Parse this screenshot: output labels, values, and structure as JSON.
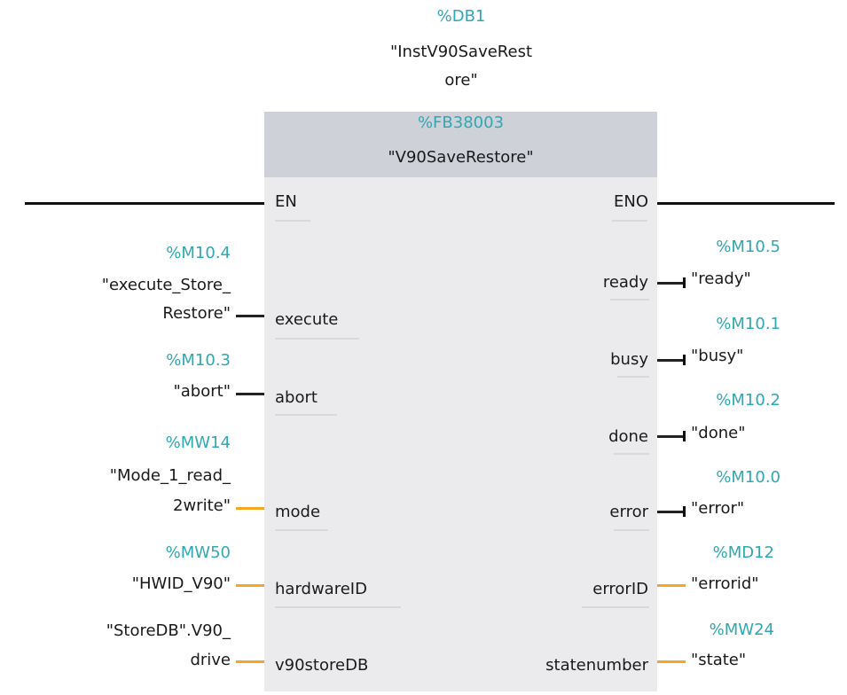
{
  "instance": {
    "address": "%DB1",
    "name_line1": "\"InstV90SaveRest",
    "name_line2": "ore\""
  },
  "block": {
    "address": "%FB38003",
    "name": "\"V90SaveRestore\""
  },
  "pins": {
    "en": "EN",
    "eno": "ENO",
    "inputs": [
      {
        "label": "execute",
        "address": "%M10.4",
        "tag_line1": "\"execute_Store_",
        "tag_line2": "Restore\""
      },
      {
        "label": "abort",
        "address": "%M10.3",
        "tag_line1": "\"abort\""
      },
      {
        "label": "mode",
        "address": "%MW14",
        "tag_line1": "\"Mode_1_read_",
        "tag_line2": "2write\""
      },
      {
        "label": "hardwareID",
        "address": "%MW50",
        "tag_line1": "\"HWID_V90\""
      },
      {
        "label": "v90storeDB",
        "tag_line1": "\"StoreDB\".V90_",
        "tag_line2": "drive"
      }
    ],
    "outputs": [
      {
        "label": "ready",
        "address": "%M10.5",
        "tag": "\"ready\""
      },
      {
        "label": "busy",
        "address": "%M10.1",
        "tag": "\"busy\""
      },
      {
        "label": "done",
        "address": "%M10.2",
        "tag": "\"done\""
      },
      {
        "label": "error",
        "address": "%M10.0",
        "tag": "\"error\""
      },
      {
        "label": "errorID",
        "address": "%MD12",
        "tag": "\"errorid\""
      },
      {
        "label": "statenumber",
        "address": "%MW24",
        "tag": "\"state\""
      }
    ]
  },
  "colors": {
    "address_teal": "#2fa8b3",
    "boolean_wire": "#111111",
    "word_wire": "#f5a623",
    "block_body": "#ebebed",
    "block_header": "#cfd1d9"
  }
}
